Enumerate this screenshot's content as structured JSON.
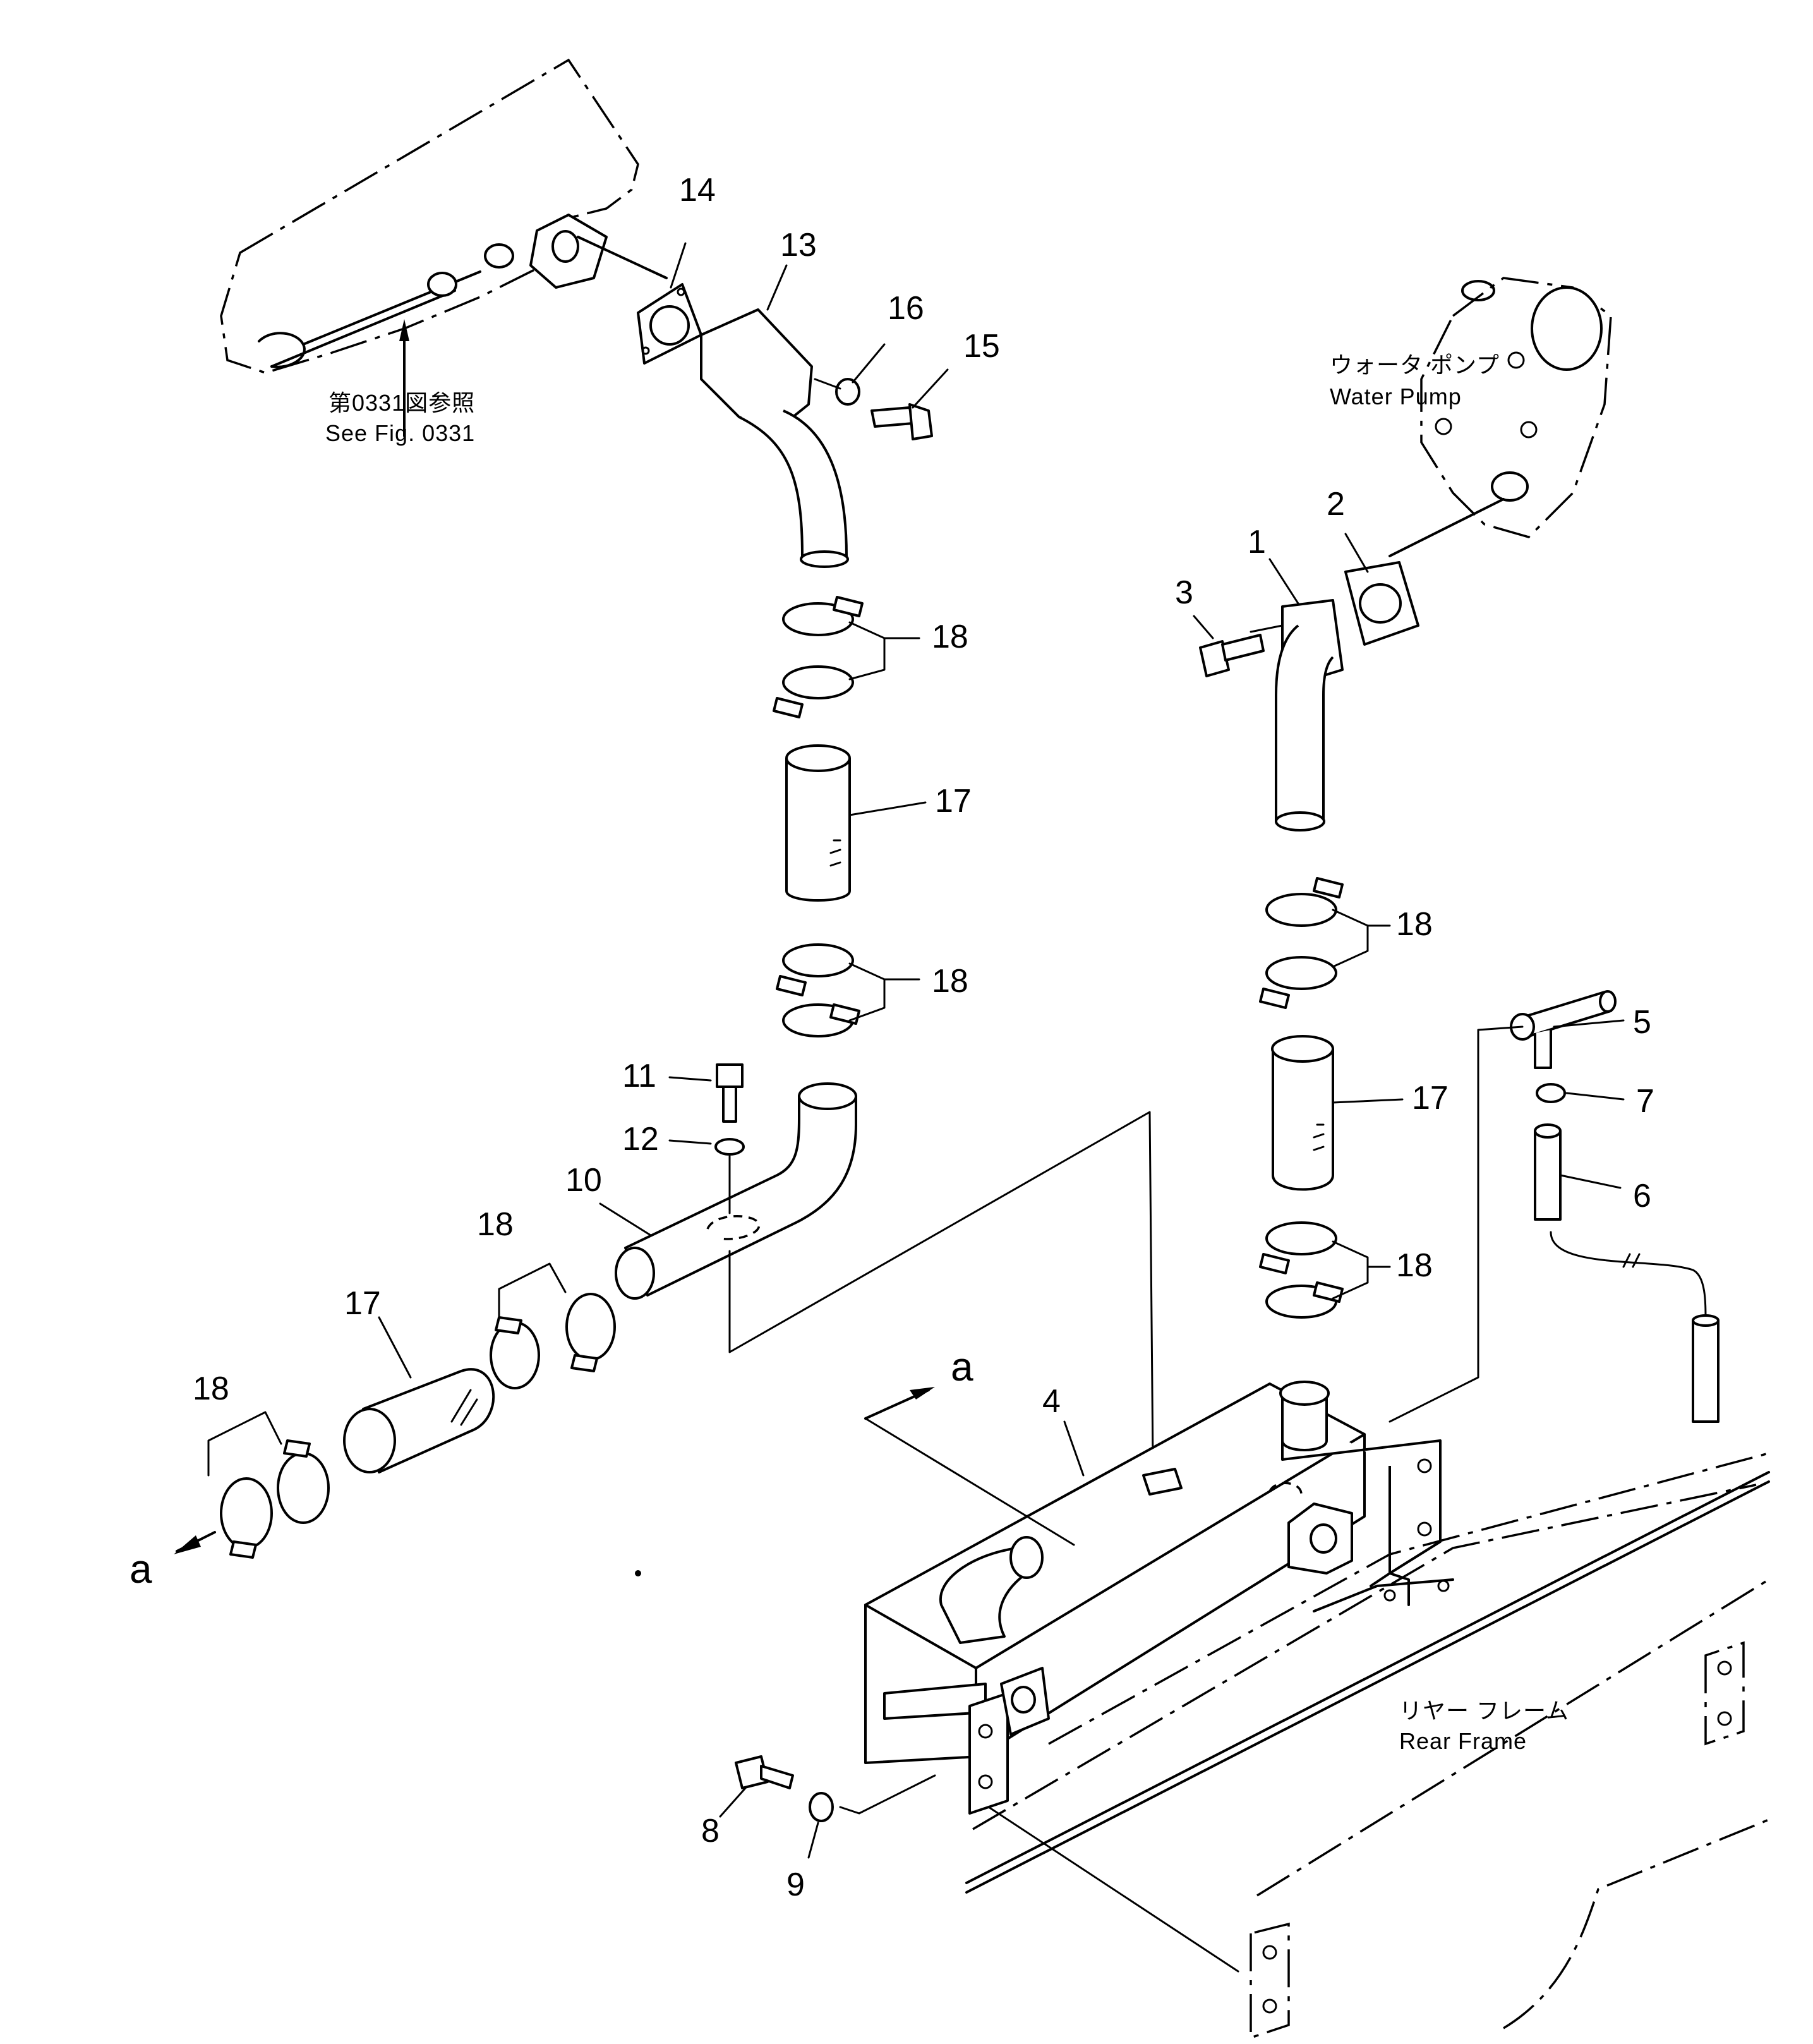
{
  "labels": {
    "see_fig_jp": "第0331図参照",
    "see_fig_en": "See Fig. 0331",
    "water_pump_jp": "ウォータ ポンプ",
    "water_pump_en": "Water Pump",
    "rear_frame_jp": "リヤー フレーム",
    "rear_frame_en": "Rear Frame",
    "view_a_1": "a",
    "view_a_2": "a"
  },
  "callouts": {
    "p1": "1",
    "p2": "2",
    "p3": "3",
    "p4": "4",
    "p5": "5",
    "p6": "6",
    "p7": "7",
    "p8": "8",
    "p9": "9",
    "p10": "10",
    "p11": "11",
    "p12": "12",
    "p13": "13",
    "p14": "14",
    "p15": "15",
    "p16": "16",
    "p17a": "17",
    "p17b": "17",
    "p17c": "17",
    "p18a": "18",
    "p18b": "18",
    "p18c": "18",
    "p18d": "18",
    "p18e": "18",
    "p18f": "18"
  }
}
